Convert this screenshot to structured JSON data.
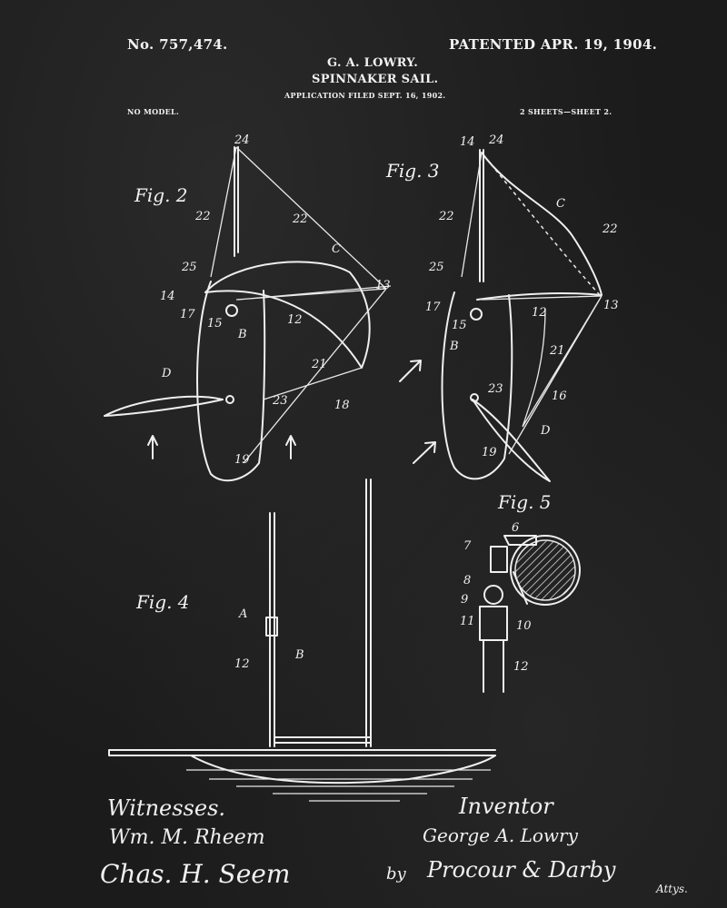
{
  "header": {
    "patent_number": "No. 757,474.",
    "patented_date": "PATENTED APR. 19, 1904.",
    "inventor_name": "G. A. LOWRY.",
    "title": "SPINNAKER SAIL.",
    "application": "APPLICATION FILED SEPT. 16, 1902.",
    "model": "NO MODEL.",
    "sheets": "2 SHEETS—SHEET 2."
  },
  "figures": {
    "fig2": {
      "title": "Fig. 2",
      "labels": [
        "24",
        "22",
        "22",
        "C",
        "25",
        "14",
        "17",
        "15",
        "12",
        "B",
        "13",
        "D",
        "21",
        "23",
        "18",
        "19"
      ]
    },
    "fig3": {
      "title": "Fig. 3",
      "labels": [
        "14",
        "24",
        "22",
        "C",
        "22",
        "25",
        "17",
        "15",
        "12",
        "13",
        "B",
        "21",
        "23",
        "16",
        "D",
        "19"
      ]
    },
    "fig4": {
      "title": "Fig. 4",
      "labels": [
        "A",
        "12",
        "B"
      ]
    },
    "fig5": {
      "title": "Fig. 5",
      "labels": [
        "6",
        "7",
        "8",
        "9",
        "11",
        "10",
        "12"
      ]
    }
  },
  "signatures": {
    "witnesses_label": "Witnesses.",
    "witness1": "Wm. M. Rheem",
    "witness2": "Chas. H. Seem",
    "inventor_label": "Inventor",
    "inventor": "George A. Lowry",
    "by": "by",
    "attorneys": "Procour & Darby",
    "attys": "Attys."
  }
}
